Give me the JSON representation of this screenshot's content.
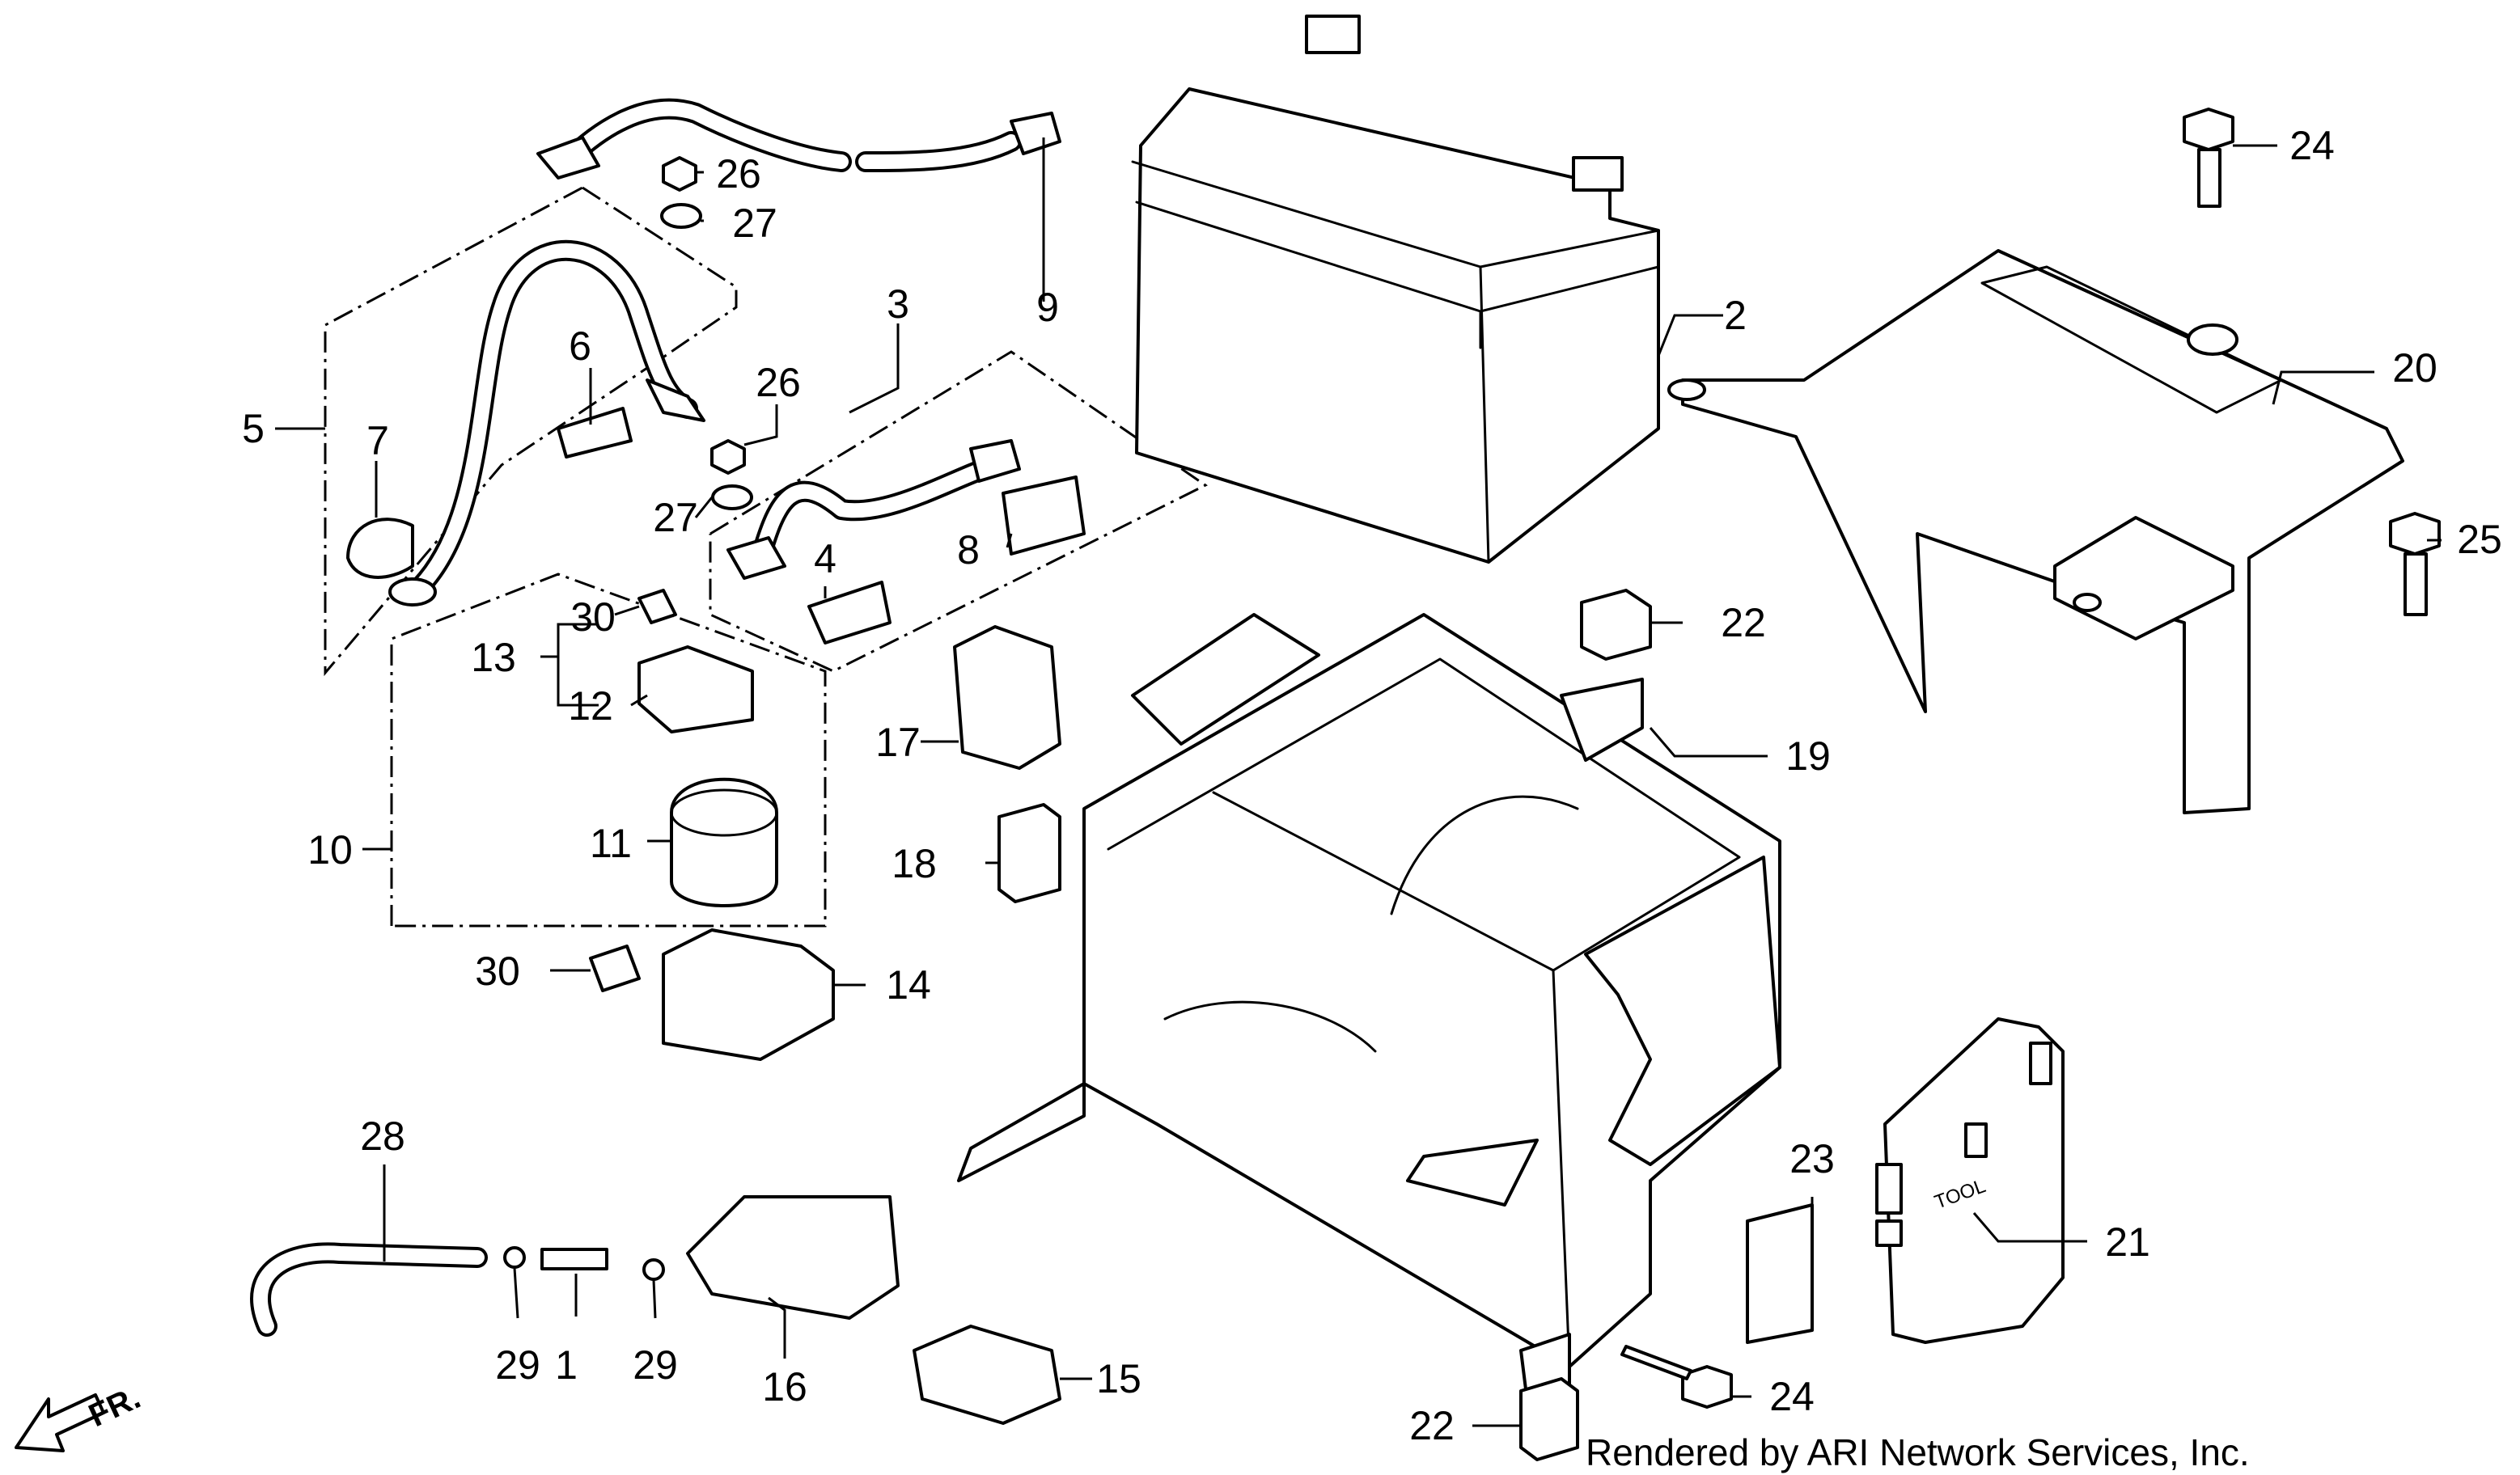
{
  "diagram": {
    "credit": "Rendered by ARI Network Services, Inc.",
    "direction_label": "FR.",
    "cover_text": "TOOL",
    "callouts": [
      {
        "id": "c1",
        "text": "1"
      },
      {
        "id": "c2",
        "text": "2"
      },
      {
        "id": "c3",
        "text": "3"
      },
      {
        "id": "c4",
        "text": "4"
      },
      {
        "id": "c5",
        "text": "5"
      },
      {
        "id": "c6",
        "text": "6"
      },
      {
        "id": "c7",
        "text": "7"
      },
      {
        "id": "c8",
        "text": "8"
      },
      {
        "id": "c9",
        "text": "9"
      },
      {
        "id": "c10",
        "text": "10"
      },
      {
        "id": "c11",
        "text": "11"
      },
      {
        "id": "c12",
        "text": "12"
      },
      {
        "id": "c13",
        "text": "13"
      },
      {
        "id": "c14",
        "text": "14"
      },
      {
        "id": "c15",
        "text": "15"
      },
      {
        "id": "c16",
        "text": "16"
      },
      {
        "id": "c17",
        "text": "17"
      },
      {
        "id": "c18",
        "text": "18"
      },
      {
        "id": "c19",
        "text": "19"
      },
      {
        "id": "c20",
        "text": "20"
      },
      {
        "id": "c21",
        "text": "21"
      },
      {
        "id": "c22a",
        "text": "22"
      },
      {
        "id": "c22b",
        "text": "22"
      },
      {
        "id": "c23",
        "text": "23"
      },
      {
        "id": "c24a",
        "text": "24"
      },
      {
        "id": "c24b",
        "text": "24"
      },
      {
        "id": "c25",
        "text": "25"
      },
      {
        "id": "c26a",
        "text": "26"
      },
      {
        "id": "c26b",
        "text": "26"
      },
      {
        "id": "c27a",
        "text": "27"
      },
      {
        "id": "c27b",
        "text": "27"
      },
      {
        "id": "c28",
        "text": "28"
      },
      {
        "id": "c29a",
        "text": "29"
      },
      {
        "id": "c29b",
        "text": "29"
      },
      {
        "id": "c30a",
        "text": "30"
      },
      {
        "id": "c30b",
        "text": "30"
      }
    ]
  }
}
